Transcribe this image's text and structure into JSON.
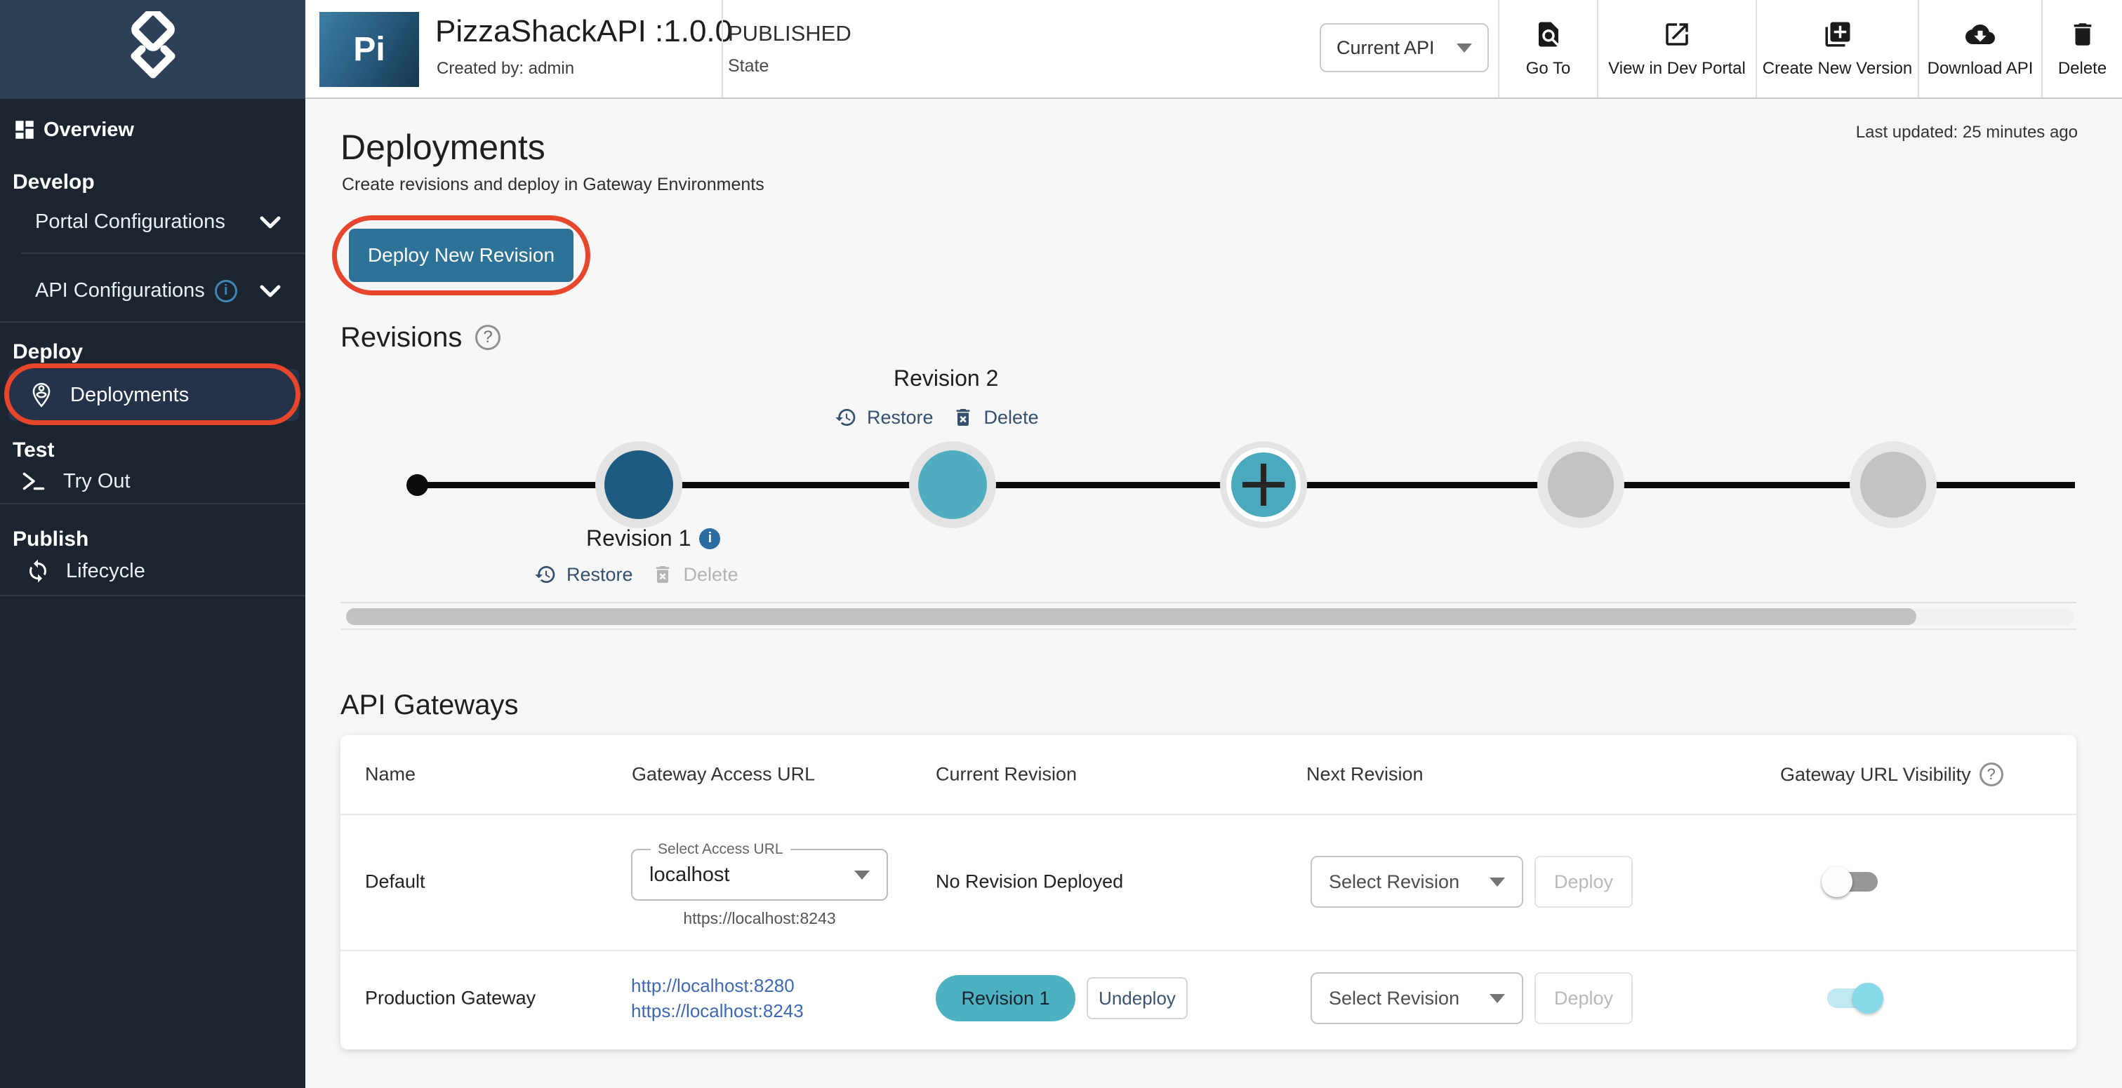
{
  "header": {
    "avatar_text": "Pi",
    "title": "PizzaShackAPI :1.0.0",
    "created_by": "Created by: admin",
    "state_value": "PUBLISHED",
    "state_label": "State",
    "api_selector": "Current API",
    "actions": [
      {
        "label": "Go To",
        "icon": "find-in-page-icon"
      },
      {
        "label": "View in Dev Portal",
        "icon": "open-in-new-icon"
      },
      {
        "label": "Create New Version",
        "icon": "library-add-icon"
      },
      {
        "label": "Download API",
        "icon": "cloud-download-icon"
      },
      {
        "label": "Delete",
        "icon": "trash-icon"
      }
    ]
  },
  "sidebar": {
    "overview_label": "Overview",
    "develop_header": "Develop",
    "portal_configurations_label": "Portal Configurations",
    "api_configurations_label": "API Configurations",
    "deploy_header": "Deploy",
    "deployments_label": "Deployments",
    "test_header": "Test",
    "try_out_label": "Try Out",
    "publish_header": "Publish",
    "lifecycle_label": "Lifecycle"
  },
  "page": {
    "title": "Deployments",
    "subtitle": "Create revisions and deploy in Gateway Environments",
    "deploy_button": "Deploy New Revision",
    "last_updated": "Last updated: 25 minutes ago"
  },
  "revisions": {
    "heading": "Revisions",
    "revision1": {
      "label": "Revision 1",
      "restore": "Restore",
      "delete": "Delete",
      "delete_enabled": false
    },
    "revision2": {
      "label": "Revision 2",
      "restore": "Restore",
      "delete": "Delete",
      "delete_enabled": true
    }
  },
  "gateways": {
    "heading": "API Gateways",
    "columns": [
      "Name",
      "Gateway Access URL",
      "Current Revision",
      "Next Revision",
      "Gateway URL Visibility"
    ],
    "default_row": {
      "name": "Default",
      "select_label": "Select Access URL",
      "select_value": "localhost",
      "url_hint": "https://localhost:8243",
      "current_revision": "No Revision Deployed",
      "next_revision_placeholder": "Select Revision",
      "deploy": "Deploy",
      "visibility_on": false
    },
    "production_row": {
      "name": "Production Gateway",
      "http_url": "http://localhost:8280",
      "https_url": "https://localhost:8243",
      "current_revision_chip": "Revision 1",
      "undeploy": "Undeploy",
      "next_revision_placeholder": "Select Revision",
      "deploy": "Deploy",
      "visibility_on": true
    }
  },
  "colors": {
    "primary_blue": "#2e7298",
    "teal": "#4db1c2",
    "revision1_circle_blue": "#1d5c80",
    "annotation_red": "#e8462c",
    "link_blue": "#3f68b3",
    "restore_link_navy": "#34506e",
    "sidebar_bg": "#1c2430",
    "sidebar_top_bg": "#2e4057"
  }
}
